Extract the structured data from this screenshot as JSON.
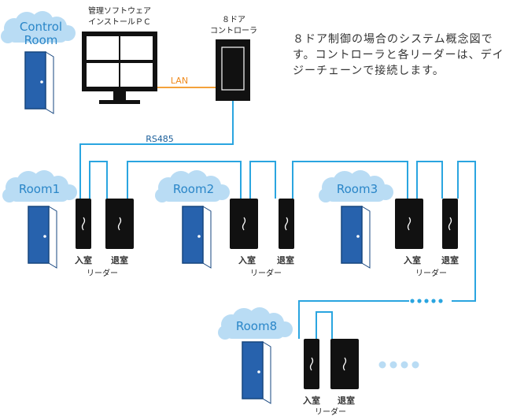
{
  "pc": {
    "label_line1": "管理ソフトウェア",
    "label_line2": "インストールＰＣ"
  },
  "controller": {
    "label_line1": "８ドア",
    "label_line2": "コントローラ"
  },
  "links": {
    "lan": "LAN",
    "bus": "RS485"
  },
  "rooms": {
    "control": {
      "line1": "Control",
      "line2": "Room"
    },
    "room1": "Room1",
    "room2": "Room2",
    "room3": "Room3",
    "room8": "Room8"
  },
  "readers": {
    "entry": "入室",
    "exit": "退室",
    "group": "リーダー"
  },
  "description": "８ドア制御の場合のシステム概念図です。コントローラと各リーダーは、デイジーチェーンで接続します。",
  "colors": {
    "wire": "#2aa5e0",
    "lan": "#f4a23b",
    "door": "#2762ad",
    "cloud": "#b9dcf4",
    "cloud_text": "#2a86c8"
  }
}
